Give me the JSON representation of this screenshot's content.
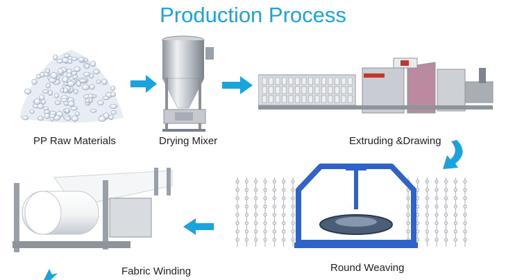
{
  "title": "Production Process",
  "colors": {
    "accent": "#1aa3dc",
    "machine_blue": "#2f63c8",
    "steel": "#b9bcc2"
  },
  "steps": [
    {
      "label": "PP Raw Materials"
    },
    {
      "label": "Drying Mixer"
    },
    {
      "label": "Extruding &Drawing"
    },
    {
      "label": "Round Weaving"
    },
    {
      "label": "Fabric Winding"
    }
  ]
}
